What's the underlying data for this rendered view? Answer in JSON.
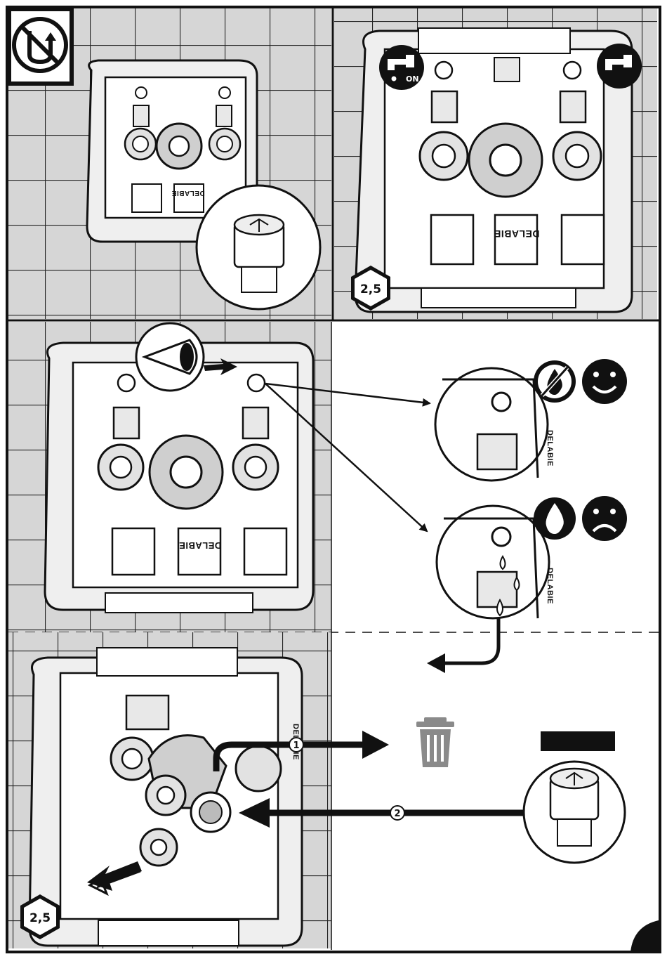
{
  "colors": {
    "wall": "#d6d6d6",
    "grid": "#222222",
    "ink": "#111111",
    "box_fill": "#eeeeee",
    "trash": "#8a8a8a",
    "white": "#ffffff"
  },
  "panels": {
    "step1": {
      "icon": "no-bypass-icon"
    },
    "step2": {
      "tap_on_label": "ON",
      "hex_key_label": "2,5",
      "icons": [
        "tap-on-icon",
        "tap-icon",
        "hex-key-icon"
      ]
    },
    "step3": {
      "icons": [
        "eye-icon",
        "no-water-drop-icon",
        "smiley-happy-icon",
        "water-drop-icon",
        "smiley-sad-icon"
      ]
    },
    "step4": {
      "callout_1": "1",
      "callout_2": "2",
      "hex_key_label": "2,5",
      "icons": [
        "trash-icon",
        "hex-key-icon"
      ]
    }
  },
  "brand_label": "DELABIE",
  "page_corner": "page-corner-tab"
}
